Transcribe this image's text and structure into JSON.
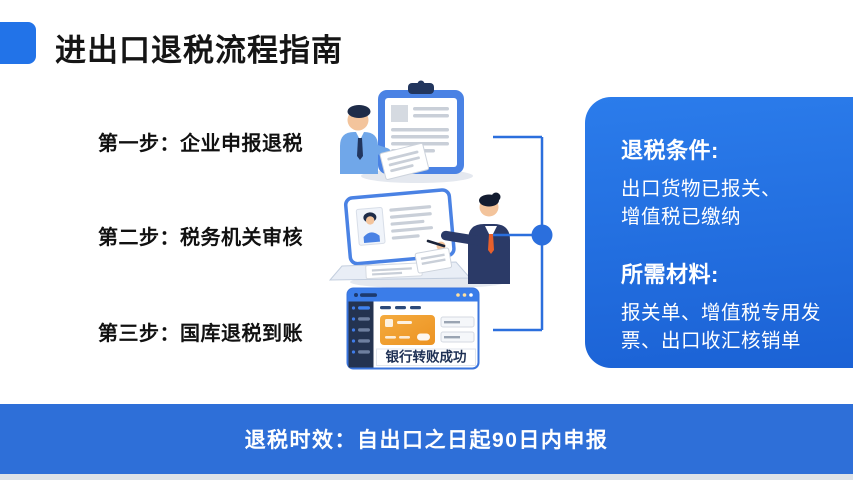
{
  "title": "进出口退税流程指南",
  "steps": [
    {
      "label": "第一步：企业申报退税"
    },
    {
      "label": "第二步：税务机关审核"
    },
    {
      "label": "第三步：国库退税到账"
    }
  ],
  "illustrations": {
    "transfer_success_text": "银行转败成功"
  },
  "panel": {
    "conditions_heading": "退税条件:",
    "conditions_lines": [
      "出口货物已报关、",
      "增值税已缴纳"
    ],
    "materials_heading": "所需材料:",
    "materials_lines": [
      "报关单、增值税专用发",
      "票、出口收汇核销单"
    ]
  },
  "footer": {
    "text": "退税时效：自出口之日起90日内申报"
  },
  "colors": {
    "accent_blue": "#2273e8",
    "panel_blue_top": "#2b7ceb",
    "panel_blue_bottom": "#1b62d5",
    "footer_blue": "#2e6fd8",
    "connector_blue": "#2b6fdd",
    "card_orange": "#f2a33c"
  }
}
